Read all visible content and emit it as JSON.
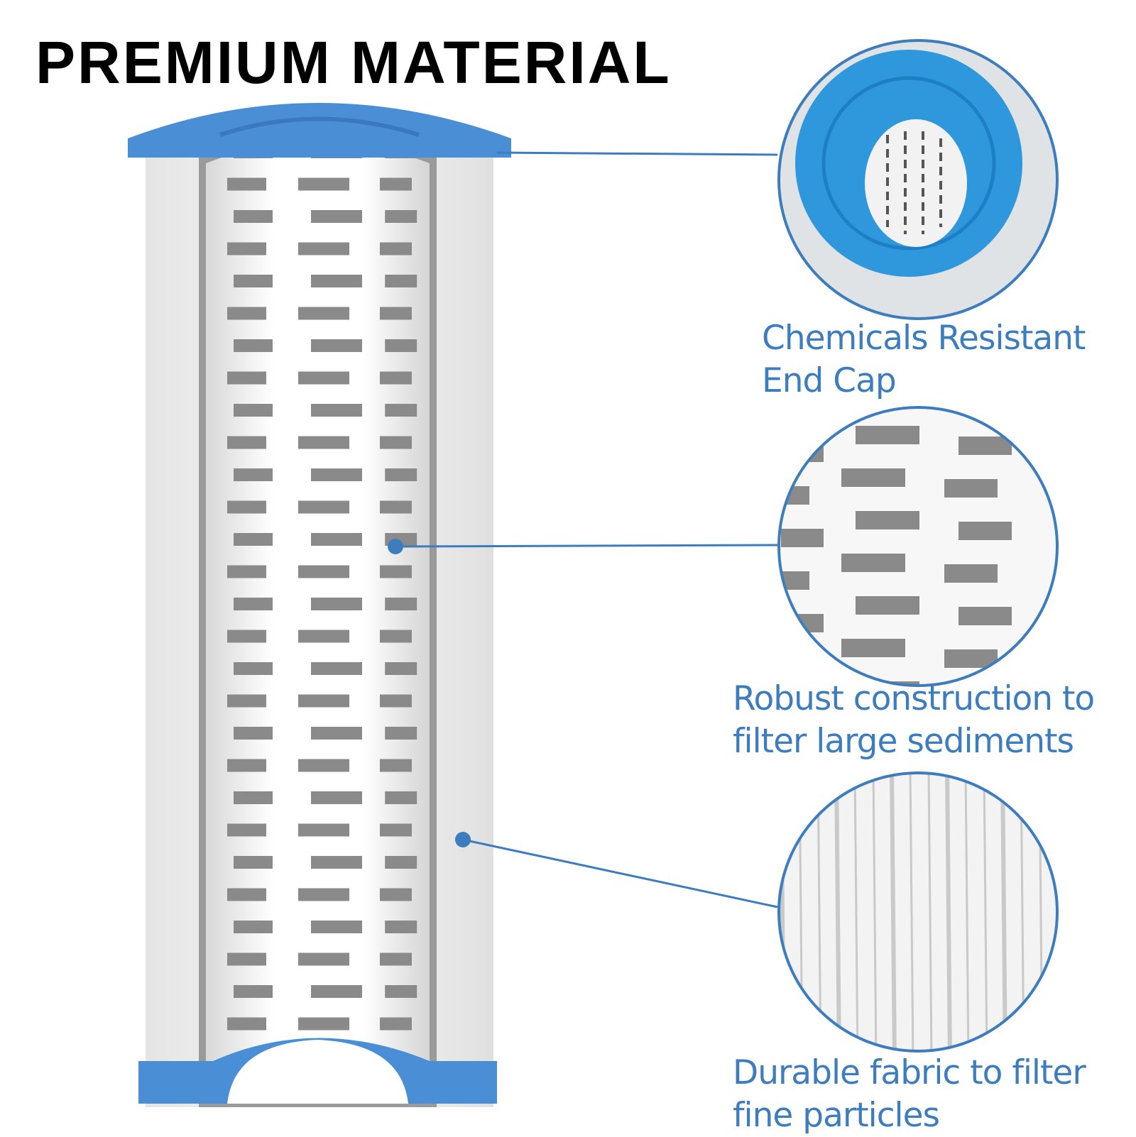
{
  "title": "PREMIUM MATERIAL",
  "callouts": [
    {
      "line1": "Chemicals Resistant",
      "line2": "End Cap"
    },
    {
      "line1": "Robust construction to",
      "line2": "filter large sediments"
    },
    {
      "line1": "Durable fabric to filter",
      "line2": "fine particles"
    }
  ],
  "colors": {
    "accent": "#3d7dbd",
    "cap_blue": "#4a8fd6",
    "text": "#000000"
  }
}
